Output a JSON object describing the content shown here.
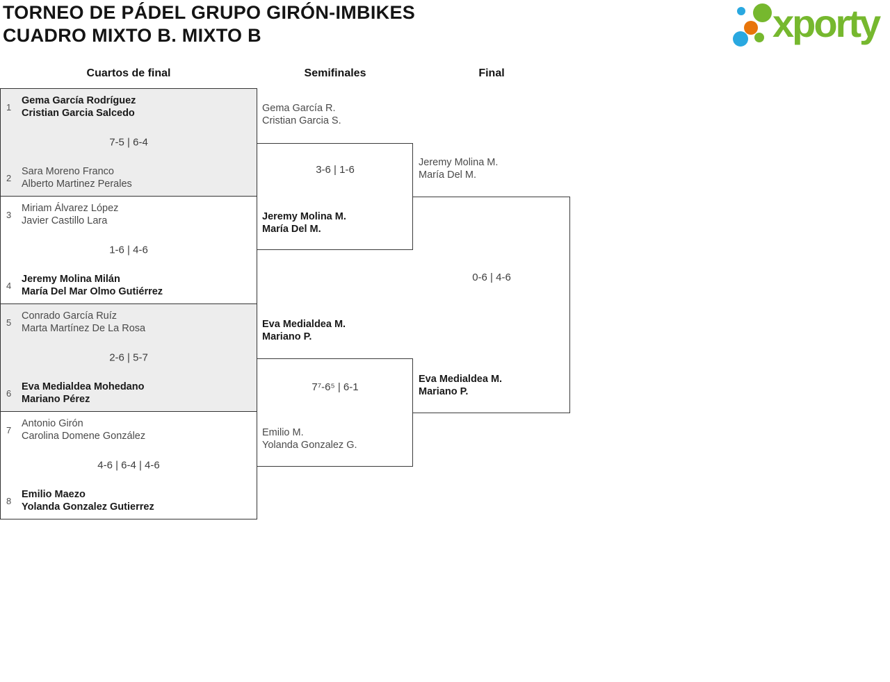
{
  "header": {
    "title_line1": "TORNEO DE PÁDEL GRUPO GIRÓN-IMBIKES",
    "title_line2": "CUADRO MIXTO B. MIXTO B"
  },
  "logo": {
    "wordmark": "xporty"
  },
  "colors": {
    "brand_green": "#76b82e",
    "brand_blue": "#29a8e0",
    "brand_orange": "#e8750a",
    "winner_text": "#191919",
    "loser_text": "#4a4a4a",
    "connector_line": "#3a3a3a",
    "qf_alt_background": "#ededed"
  },
  "round_headers": {
    "quarterfinals": "Cuartos de final",
    "semifinals": "Semifinales",
    "final": "Final"
  },
  "quarterfinals": [
    {
      "top": {
        "seed": "1",
        "player1": "Gema García Rodríguez",
        "player2": "Cristian Garcia Salcedo",
        "winner": true
      },
      "score": "7-5 | 6-4",
      "bottom": {
        "seed": "2",
        "player1": "Sara Moreno Franco",
        "player2": "Alberto Martinez Perales",
        "winner": false
      }
    },
    {
      "top": {
        "seed": "3",
        "player1": "Miriam Álvarez López",
        "player2": "Javier Castillo Lara",
        "winner": false
      },
      "score": "1-6 | 4-6",
      "bottom": {
        "seed": "4",
        "player1": "Jeremy Molina Milán",
        "player2": "María Del Mar Olmo Gutiérrez",
        "winner": true
      }
    },
    {
      "top": {
        "seed": "5",
        "player1": "Conrado García Ruíz",
        "player2": "Marta Martínez De La Rosa",
        "winner": false
      },
      "score": "2-6 | 5-7",
      "bottom": {
        "seed": "6",
        "player1": "Eva Medialdea Mohedano",
        "player2": "Mariano Pérez",
        "winner": true
      }
    },
    {
      "top": {
        "seed": "7",
        "player1": "Antonio Girón",
        "player2": "Carolina Domene González",
        "winner": false
      },
      "score": "4-6 | 6-4 | 4-6",
      "bottom": {
        "seed": "8",
        "player1": "Emilio Maezo",
        "player2": "Yolanda Gonzalez Gutierrez",
        "winner": true
      }
    }
  ],
  "semifinals": [
    {
      "top": {
        "player1": "Gema García R.",
        "player2": "Cristian Garcia S.",
        "winner": false
      },
      "score": "3-6 | 1-6",
      "bottom": {
        "player1": "Jeremy Molina M.",
        "player2": "María Del M.",
        "winner": true
      }
    },
    {
      "top": {
        "player1": "Eva Medialdea M.",
        "player2": "Mariano P.",
        "winner": true
      },
      "score": "7⁷-6⁵ | 6-1",
      "bottom": {
        "player1": "Emilio M.",
        "player2": "Yolanda Gonzalez G.",
        "winner": false
      }
    }
  ],
  "final": {
    "top": {
      "player1": "Jeremy Molina M.",
      "player2": "María Del M.",
      "winner": false
    },
    "score": "0-6 | 4-6",
    "bottom": {
      "player1": "Eva Medialdea M.",
      "player2": "Mariano P.",
      "winner": true
    }
  }
}
